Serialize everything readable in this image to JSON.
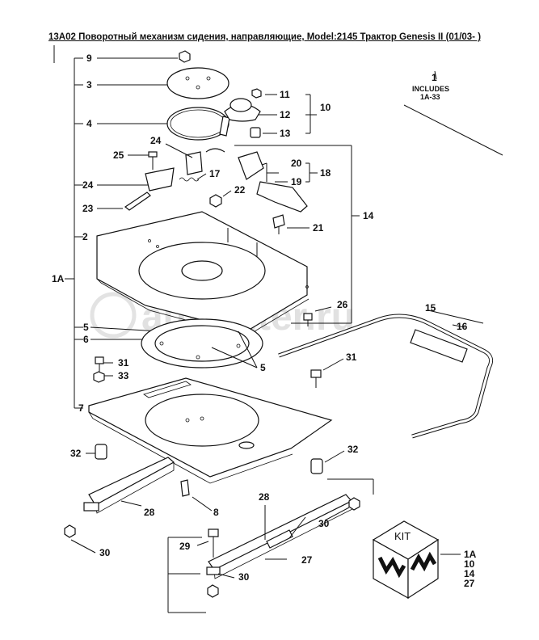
{
  "title": "13A02 Поворотный механизм сидения, направляющие, Model:2145 Трактор Genesis II (01/03- )",
  "labels": {
    "l9": "9",
    "l3": "3",
    "l4": "4",
    "l25": "25",
    "l24a": "24",
    "l24b": "24",
    "l23": "23",
    "l2": "2",
    "l1A": "1A",
    "l5a": "5",
    "l6": "6",
    "l31a": "31",
    "l33": "33",
    "l7": "7",
    "l32a": "32",
    "l28a": "28",
    "l8": "8",
    "l30a": "30",
    "l11": "11",
    "l12": "12",
    "l13": "13",
    "l10": "10",
    "l17": "17",
    "l22": "22",
    "l20": "20",
    "l19": "19",
    "l18": "18",
    "l21": "21",
    "l14": "14",
    "l26": "26",
    "l15": "15",
    "l16": "16",
    "l5b": "5",
    "l31b": "31",
    "l32b": "32",
    "l28b": "28",
    "l30b": "30",
    "l29": "29",
    "l27": "27",
    "l30c": "30",
    "l1": "1",
    "includes": "INCLUDES",
    "range": "1A-33"
  },
  "kit": {
    "label": "KIT",
    "items": [
      "1A",
      "10",
      "14",
      "27"
    ]
  },
  "watermark": "autopiter.ru"
}
